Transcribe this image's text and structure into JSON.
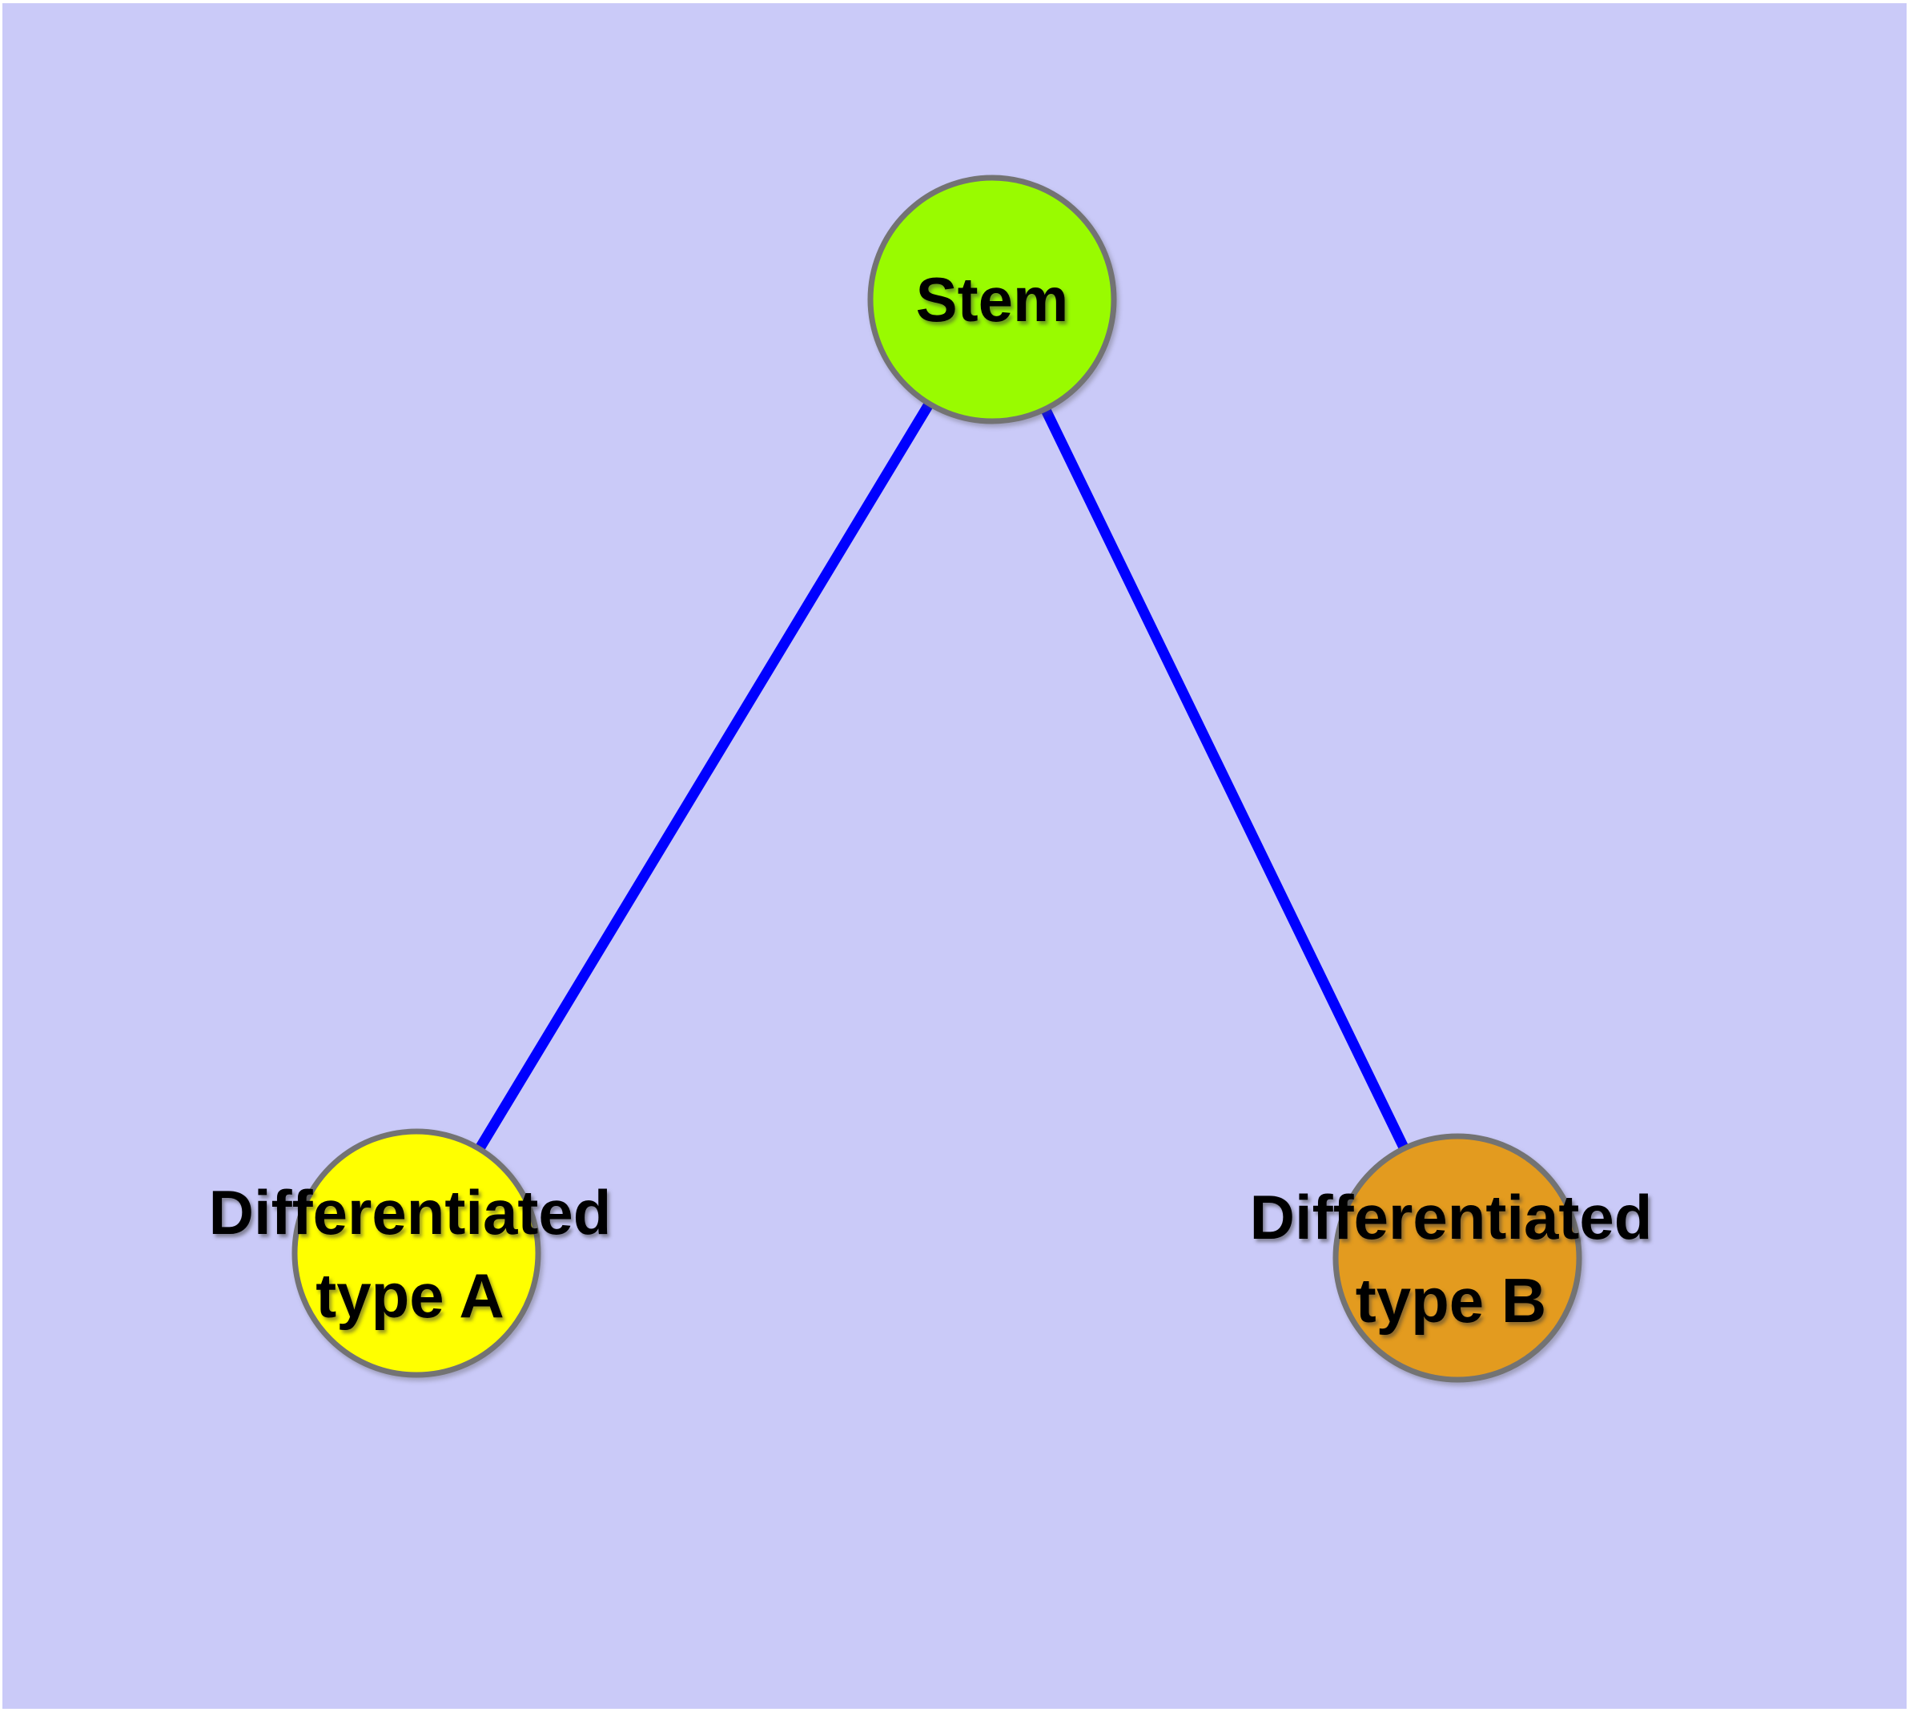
{
  "diagram": {
    "background_color": "#CACAF8",
    "margin_color": "#FFFFFF",
    "edge_color": "#0000FF",
    "node_border_color": "#737373",
    "text_color": "#000000",
    "nodes": [
      {
        "id": "stem",
        "label": "Stem",
        "color": "#99FB00"
      },
      {
        "id": "differentiated-type-a",
        "label_line1": "Differentiated",
        "label_line2": "type A",
        "color": "#FFFF00"
      },
      {
        "id": "differentiated-type-b",
        "label_line1": "Differentiated",
        "label_line2": "type B",
        "color": "#E39B1F"
      }
    ],
    "edges": [
      {
        "from": "stem",
        "to": "differentiated-type-a"
      },
      {
        "from": "stem",
        "to": "differentiated-type-b"
      }
    ]
  }
}
